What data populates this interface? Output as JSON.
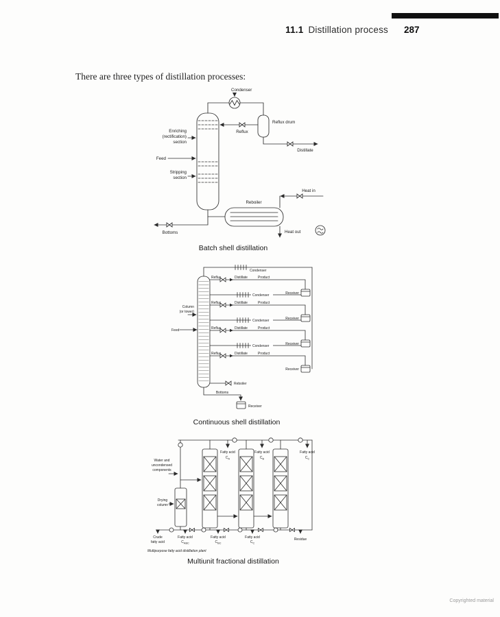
{
  "page": {
    "section_number": "11.1",
    "section_title": "Distillation process",
    "page_number": "287",
    "intro": "There are three types of distillation processes:",
    "copyright": "Copyrighted material"
  },
  "batch": {
    "caption": "Batch shell distillation",
    "labels": {
      "condenser": "Condenser",
      "reflux_drum": "Reflux drum",
      "reflux": "Reflux",
      "enriching1": "Enriching",
      "enriching2": "(rectification)",
      "enriching3": "section",
      "feed": "Feed",
      "distillate": "Distillate",
      "stripping1": "Stripping",
      "stripping2": "section",
      "reboiler": "Reboiler",
      "heat_in": "Heat in",
      "heat_out": "Heat out",
      "bottoms": "Bottoms"
    }
  },
  "continuous": {
    "caption": "Continuous shell distillation",
    "labels": {
      "condenser": "Condenser",
      "column1": "Column",
      "column2": "(or tower)",
      "feed": "Feed",
      "reflux": "Reflux",
      "distillate": "Distillate",
      "product": "Product",
      "receiver": "Receiver",
      "reboiler": "Reboiler",
      "bottoms": "Bottoms"
    }
  },
  "multiunit": {
    "caption": "Multiunit fractional distillation",
    "note": "Multipurpose fatty acid distillation plant",
    "labels": {
      "fatty_acid": "Fatty acid",
      "c": "C",
      "sub_a": "A",
      "sub_b": "B",
      "sub_c": "C",
      "sub_abc": "ABC",
      "sub_bc": "BC",
      "water1": "Water and",
      "water2": "uncondensed",
      "water3": "components",
      "drying1": "Drying",
      "drying2": "column",
      "crude1": "Crude",
      "crude2": "fatty acid",
      "residue": "Residue"
    }
  }
}
